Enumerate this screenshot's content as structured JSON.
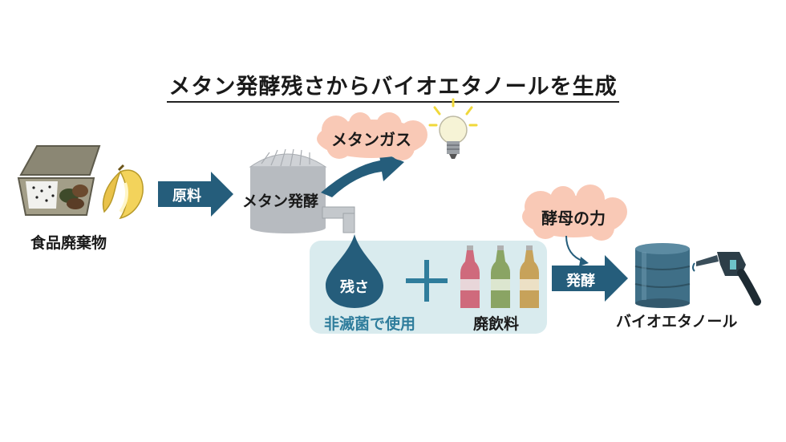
{
  "title": "メタン発酵残さからバイオエタノールを生成",
  "nodes": {
    "food_waste": "食品廃棄物",
    "methane_fermentation": "メタン発酵",
    "methane_gas": "メタンガス",
    "residue": "残さ",
    "waste_drinks": "廃飲料",
    "non_sterile": "非滅菌で使用",
    "yeast_power": "酵母の力",
    "bioethanol": "バイオエタノール"
  },
  "arrows": {
    "raw_material": "原料",
    "fermentation": "発酵"
  },
  "icons": {
    "bento": "bento-box-icon",
    "banana": "banana-peel-icon",
    "tank": "fermentation-tank-icon",
    "bulb": "light-bulb-icon",
    "drop": "water-drop-icon",
    "plus": "plus-icon",
    "bottles": "bottles-icon",
    "drum": "oil-drum-icon",
    "nozzle": "fuel-nozzle-icon"
  },
  "colors": {
    "arrow": "#255d7b",
    "cloud": "#f9c9b6",
    "panel": "#d9ebee",
    "non_sterile_text": "#2f7d9c",
    "drum": "#3f6f87"
  }
}
